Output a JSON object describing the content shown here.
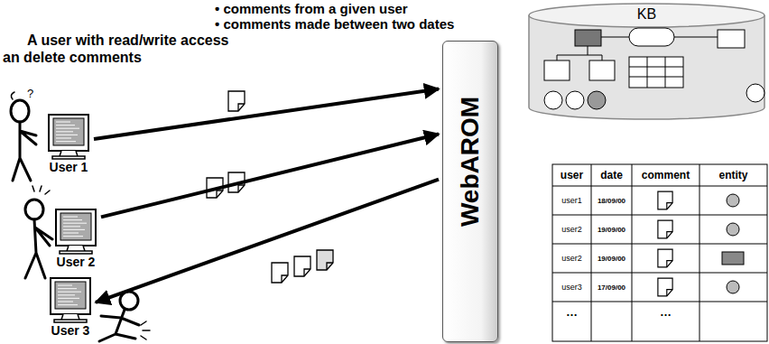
{
  "diagram": {
    "nodes": [
      {
        "text": [
          "User 1"
        ]
      },
      {
        "text": [
          "User 2"
        ]
      },
      {
        "text": [
          "User 3"
        ]
      },
      {
        "text": [
          "WebAROM"
        ]
      },
      {
        "text": [
          "KB"
        ]
      }
    ],
    "edges": [
      {
        "from": 0,
        "to": 3,
        "arrow": "to"
      },
      {
        "from": 1,
        "to": 3,
        "arrow": "to"
      },
      {
        "from": 3,
        "to": 2,
        "arrow": "to"
      }
    ],
    "labels": [
      "• comments from a given user",
      "• comments made between two dates",
      "A user with read/write access",
      "an delete comments",
      "user",
      "date",
      "comment",
      "entity",
      "user1",
      "18/09/00",
      "user2",
      "19/09/00",
      "user2",
      "19/09/00",
      "user3",
      "17/09/00",
      "…",
      "…"
    ]
  }
}
